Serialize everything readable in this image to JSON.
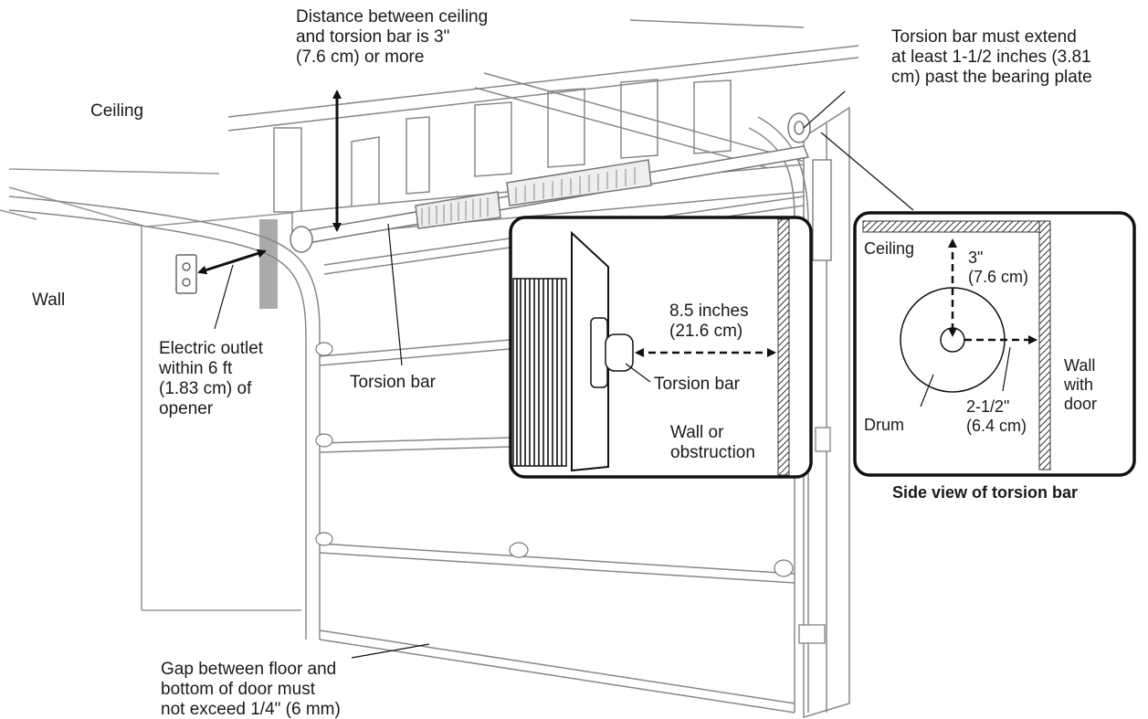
{
  "labels": {
    "ceiling_distance": "Distance between ceiling\nand torsion bar is 3\"\n(7.6 cm) or more",
    "torsion_extend": "Torsion bar must extend\nat least 1-1/2 inches (3.81\ncm) past the bearing plate",
    "ceiling": "Ceiling",
    "wall": "Wall",
    "electric_outlet": "Electric outlet\nwithin 6 ft\n(1.83 cm) of\nopener",
    "torsion_bar": "Torsion bar",
    "gap_floor": "Gap between floor and\nbottom of door must\nnot exceed 1/4\" (6 mm)"
  },
  "inset_left": {
    "distance": "8.5 inches\n(21.6 cm)",
    "torsion_bar": "Torsion bar",
    "wall_obstruction": "Wall or\nobstruction"
  },
  "inset_right": {
    "ceiling": "Ceiling",
    "vertical_distance": "3\"\n(7.6 cm)",
    "wall_with_door": "Wall\nwith\ndoor",
    "drum": "Drum",
    "horizontal_distance": "2-1/2\"\n(6.4 cm)",
    "caption": "Side view of torsion bar"
  }
}
